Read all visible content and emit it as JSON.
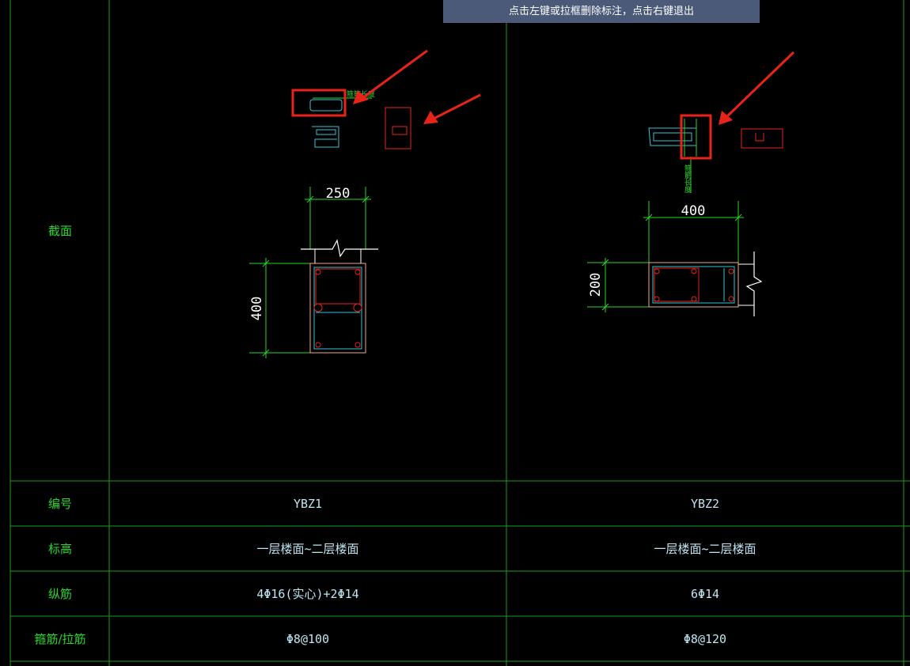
{
  "status_tip": "点击左键或拉框删除标注，点击右键退出",
  "table": {
    "section_label": "截面",
    "rows": [
      {
        "label": "编号",
        "col1": "YBZ1",
        "col2": "YBZ2"
      },
      {
        "label": "标高",
        "col1": "一层楼面~二层楼面",
        "col2": "一层楼面~二层楼面"
      },
      {
        "label": "纵筋",
        "col1": "4Φ16(实心)+2Φ14",
        "col2": "6Φ14"
      },
      {
        "label": "箍筋/拉筋",
        "col1": "Φ8@100",
        "col2": "Φ8@120"
      }
    ]
  },
  "section1": {
    "width_dim": "250",
    "height_dim": "400"
  },
  "section2": {
    "width_dim": "400",
    "height_dim": "200"
  },
  "colors": {
    "grid": "#1e9b1e",
    "label": "#2ad62a",
    "value": "#bfe6f3",
    "highlight": "#e8231a",
    "cyan": "#36c5d8",
    "tip_bg": "#4a5a78"
  }
}
